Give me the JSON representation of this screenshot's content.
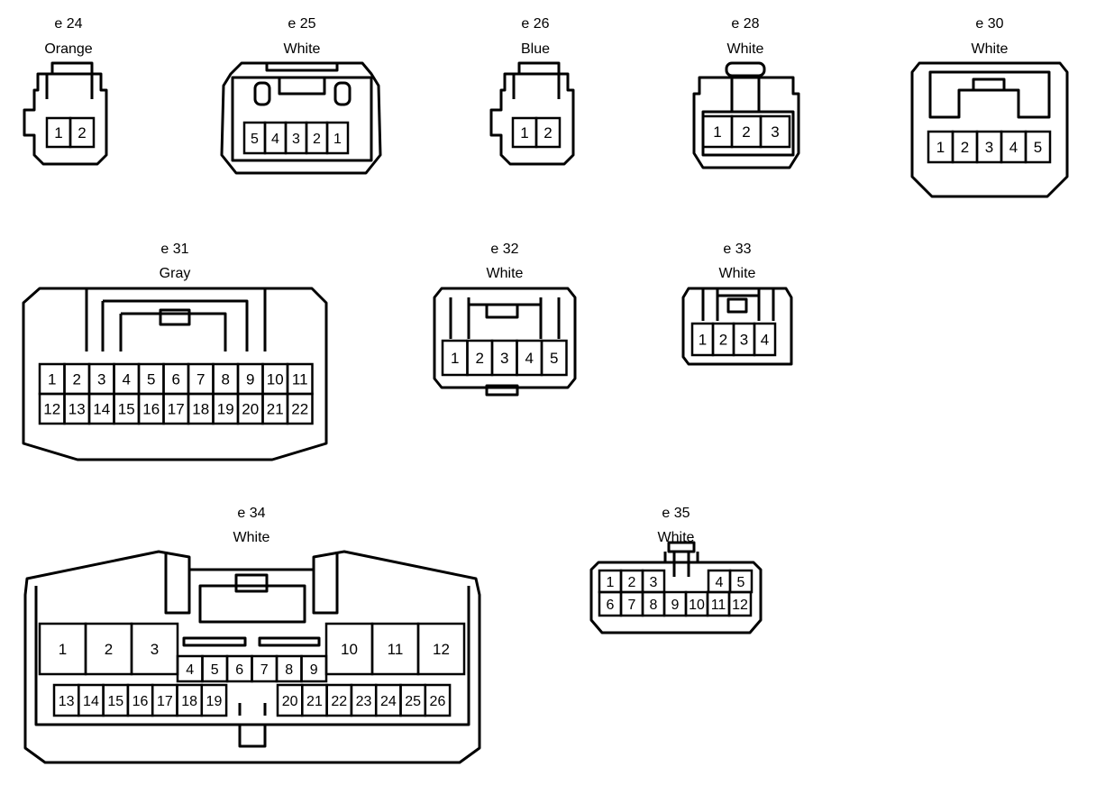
{
  "connectors": [
    {
      "id": "e 24",
      "color": "Orange",
      "pin_rows": [
        [
          "1",
          "2"
        ]
      ]
    },
    {
      "id": "e 25",
      "color": "White",
      "pin_rows": [
        [
          "5",
          "4",
          "3",
          "2",
          "1"
        ]
      ]
    },
    {
      "id": "e 26",
      "color": "Blue",
      "pin_rows": [
        [
          "1",
          "2"
        ]
      ]
    },
    {
      "id": "e 28",
      "color": "White",
      "pin_rows": [
        [
          "1",
          "2",
          "3"
        ]
      ]
    },
    {
      "id": "e 30",
      "color": "White",
      "pin_rows": [
        [
          "1",
          "2",
          "3",
          "4",
          "5"
        ]
      ]
    },
    {
      "id": "e 31",
      "color": "Gray",
      "pin_rows": [
        [
          "1",
          "2",
          "3",
          "4",
          "5",
          "6",
          "7",
          "8",
          "9",
          "10",
          "11"
        ],
        [
          "12",
          "13",
          "14",
          "15",
          "16",
          "17",
          "18",
          "19",
          "20",
          "21",
          "22"
        ]
      ]
    },
    {
      "id": "e 32",
      "color": "White",
      "pin_rows": [
        [
          "1",
          "2",
          "3",
          "4",
          "5"
        ]
      ]
    },
    {
      "id": "e 33",
      "color": "White",
      "pin_rows": [
        [
          "1",
          "2",
          "3",
          "4"
        ]
      ]
    },
    {
      "id": "e 34",
      "color": "White",
      "pin_rows": [
        [
          "1",
          "2",
          "3",
          "10",
          "11",
          "12"
        ],
        [
          "4",
          "5",
          "6",
          "7",
          "8",
          "9"
        ],
        [
          "13",
          "14",
          "15",
          "16",
          "17",
          "18",
          "19",
          "20",
          "21",
          "22",
          "23",
          "24",
          "25",
          "26"
        ]
      ]
    },
    {
      "id": "e 35",
      "color": "White",
      "pin_rows": [
        [
          "1",
          "2",
          "3",
          "4",
          "5"
        ],
        [
          "6",
          "7",
          "8",
          "9",
          "10",
          "11",
          "12"
        ]
      ]
    }
  ]
}
